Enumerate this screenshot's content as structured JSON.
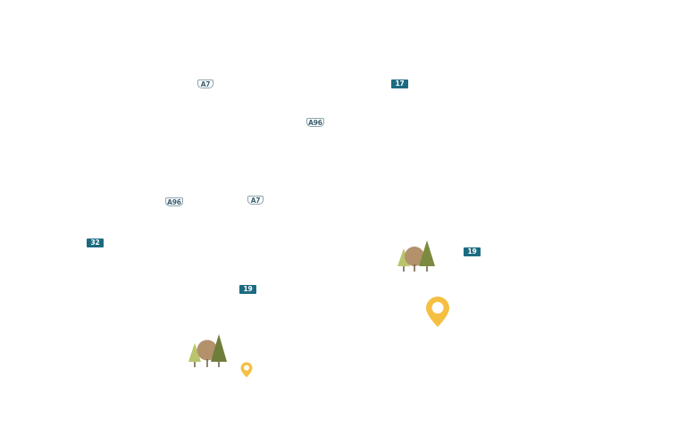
{
  "map": {
    "road_shields": [
      {
        "id": "a7-top",
        "label": "A7",
        "kind": "autobahn"
      },
      {
        "id": "17-top",
        "label": "17",
        "kind": "national"
      },
      {
        "id": "a96-top",
        "label": "A96",
        "kind": "autobahn"
      },
      {
        "id": "a96-left",
        "label": "A96",
        "kind": "autobahn"
      },
      {
        "id": "a7-mid",
        "label": "A7",
        "kind": "autobahn"
      },
      {
        "id": "32-left",
        "label": "32",
        "kind": "national"
      },
      {
        "id": "19-right",
        "label": "19",
        "kind": "national"
      },
      {
        "id": "19-mid",
        "label": "19",
        "kind": "national"
      }
    ],
    "icons": {
      "forest": "forest-icon",
      "pin": "location-pin-icon"
    },
    "colors": {
      "autobahn_text": "#3c5f6e",
      "national_bg": "#1c6b80",
      "pin": "#f5bf42",
      "tree_light": "#b9c46b",
      "tree_dark": "#6f7d3a",
      "tree_round": "#b3916b"
    }
  }
}
